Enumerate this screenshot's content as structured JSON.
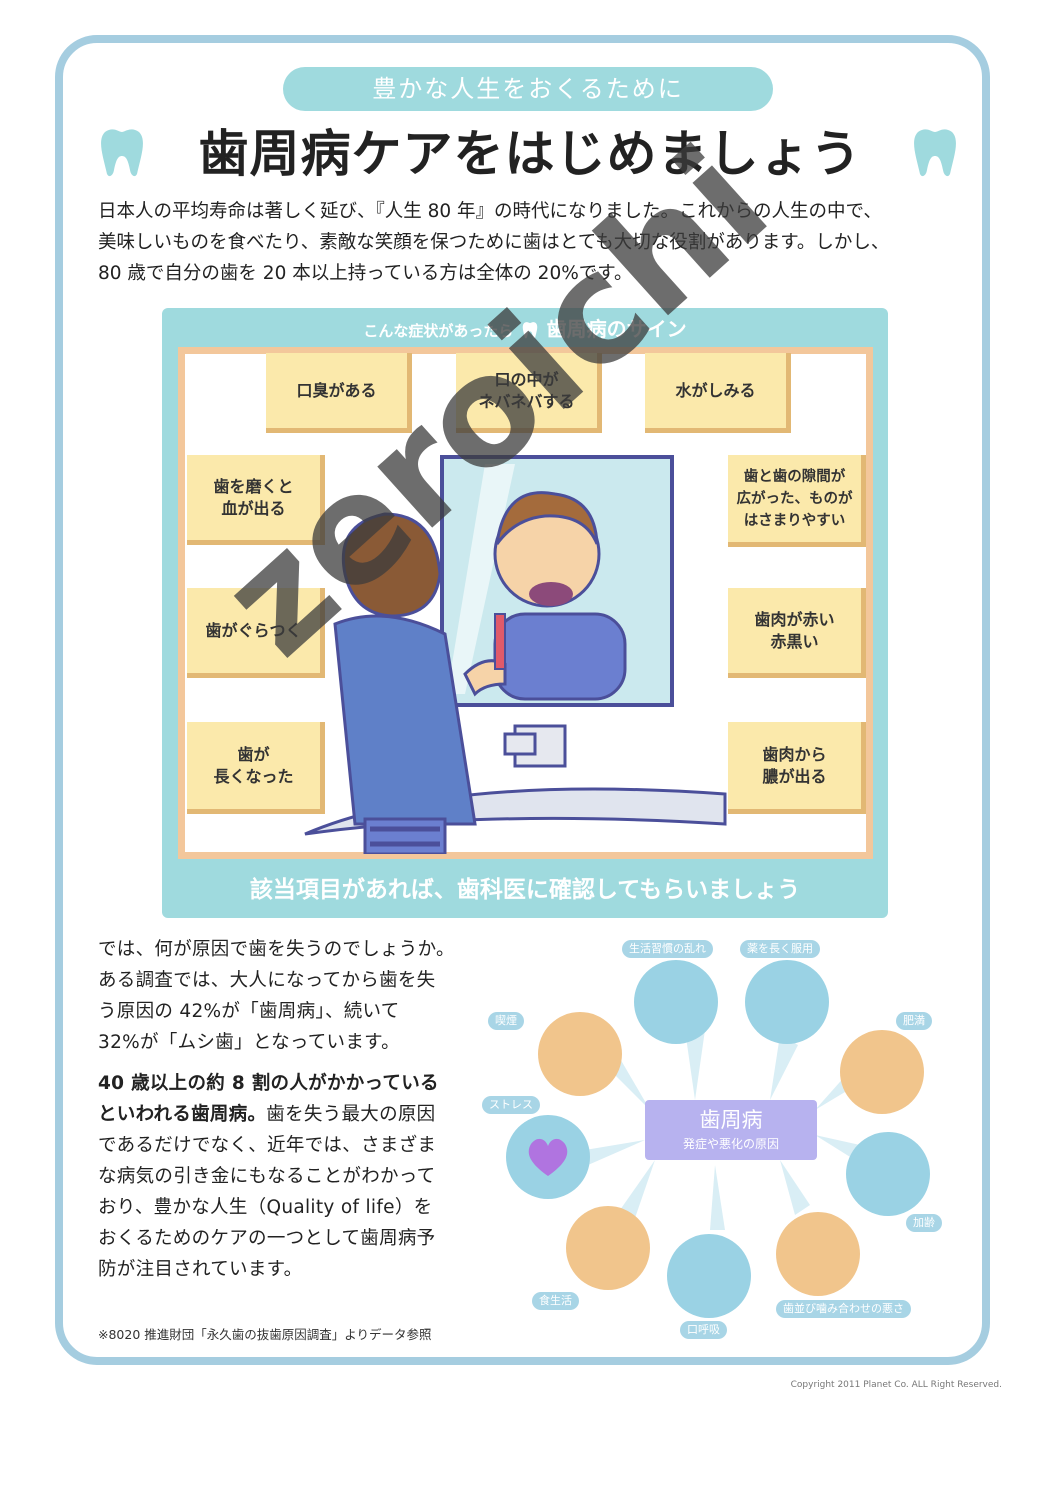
{
  "header": {
    "tagline": "豊かな人生をおくるために",
    "title": "歯周病ケアをはじめましょう"
  },
  "intro": {
    "lines": [
      "日本人の平均寿命は著しく延び、『人生 80 年』の時代になりました。これからの人生の中で、",
      "美味しいものを食べたり、素敵な笑顔を保つために歯はとても大切な役割があります。しかし、",
      "80 歳で自分の歯を 20 本以上持っている方は全体の 20%です。"
    ]
  },
  "signs": {
    "header_small": "こんな症状があったら",
    "header_big": "歯周病のサイン",
    "items": [
      "口臭がある",
      "口の中が\nネバネバする",
      "水がしみる",
      "歯を磨くと\n血が出る",
      "歯と歯の隙間が\n広がった、ものが\nはさまりやすい",
      "歯がぐらつく",
      "歯肉が赤い\n赤黒い",
      "歯が\n長くなった",
      "歯肉から\n膿が出る"
    ],
    "footer": "該当項目があれば、歯科医に確認してもらいましょう"
  },
  "body": {
    "para1": [
      "では、何が原因で歯を失うのでしょうか。",
      "ある調査では、大人になってから歯を失",
      "う原因の 42%が「歯周病」、続いて",
      "32%が「ムシ歯」となっています。"
    ],
    "para2_bold": [
      "40 歳以上の約 8 割の人がかかっている",
      "といわれる歯周病。"
    ],
    "para2_rest_first": "歯を失う最大の原因",
    "para2": [
      "であるだけでなく、近年では、さまざま",
      "な病気の引き金にもなることがわかって",
      "おり、豊かな人生（Quality of life）を",
      "おくるためのケアの一つとして歯周病予",
      "防が注目されています。"
    ],
    "note": "※8020 推進財団「永久歯の抜歯原因調査」よりデータ参照"
  },
  "diagram": {
    "center_title": "歯周病",
    "center_sub": "発症や悪化の原因",
    "causes": [
      "生活習慣の乱れ",
      "薬を長く服用",
      "肥満",
      "加齢",
      "歯並び噛み合わせの悪さ",
      "口呼吸",
      "食生活",
      "ストレス",
      "喫煙"
    ]
  },
  "watermark": "zeroichi",
  "copyright": "Copyright 2011 Planet Co. ALL Right Reserved.",
  "colors": {
    "frame": "#a5cde0",
    "accent_teal": "#9fdade",
    "symptom_card": "#fbe9ab",
    "card_border": "#f3c79b",
    "center_box": "#b7b2ef"
  }
}
